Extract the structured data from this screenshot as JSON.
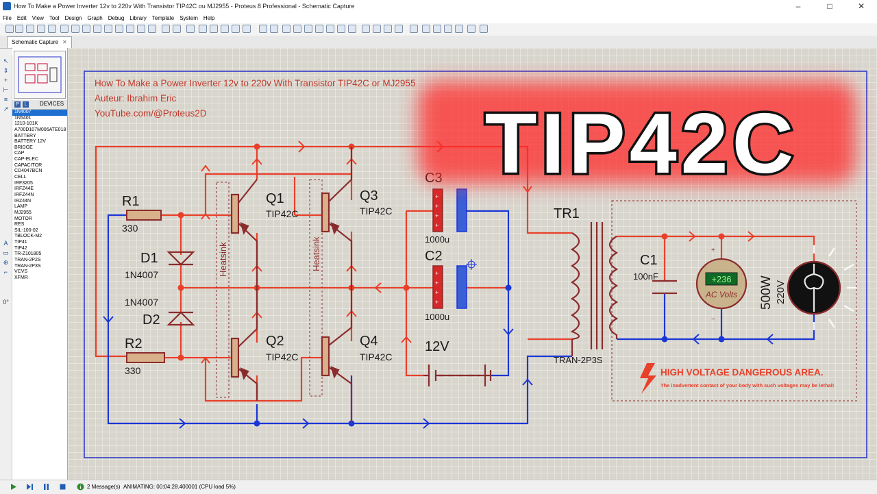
{
  "window": {
    "title": "How To Make a Power Inverter 12v to 220v With Transistor TIP42C ou MJ2955 - Proteus 8 Professional - Schematic Capture",
    "minimize": "–",
    "maximize": "□",
    "close": "✕"
  },
  "menu": [
    "File",
    "Edit",
    "View",
    "Tool",
    "Design",
    "Graph",
    "Debug",
    "Library",
    "Template",
    "System",
    "Help"
  ],
  "tab": {
    "label": "Schematic Capture",
    "close": "✕"
  },
  "panel": {
    "p_btn": "P",
    "l_btn": "L",
    "devices_label": "DEVICES",
    "devices": [
      "1N4007",
      "1N5401",
      "1210-101K",
      "A700D107M006ATE018",
      "BATTERY",
      "BATTERY 12V",
      "BRIDGE",
      "CAP",
      "CAP-ELEC",
      "CAPACITOR",
      "CD4047BCN",
      "CELL",
      "IRF3205",
      "IRFZ44E",
      "IRFZ44N",
      "IRZ44N",
      "LAMP",
      "MJ2955",
      "MOTOR",
      "RES",
      "SIL-100-02",
      "TBLOCK-M2",
      "TIP41",
      "TIP42",
      "TR-Z101805",
      "TRAN-2P2S",
      "TRAN-2P3S",
      "VCVS",
      "XFMR"
    ],
    "selected_index": 0
  },
  "left_toolbar": [
    "↖",
    "⇕",
    "+",
    "⊢",
    "≡",
    "↗",
    "A",
    "▭",
    "⊕",
    "⌐"
  ],
  "side_readout": {
    "angle": "0°"
  },
  "schematic": {
    "header": {
      "line1": "How To Make a Power Inverter 12v to 220v With Transistor TIP42C or MJ2955",
      "line2": "Auteur: Ibrahim Eric",
      "line3": "YouTube.com/@Proteus2D"
    },
    "overlay_title": "TIP42C",
    "r1": {
      "name": "R1",
      "value": "330"
    },
    "r2": {
      "name": "R2",
      "value": "330"
    },
    "d1": {
      "name": "D1",
      "value": "1N4007"
    },
    "d2": {
      "name": "D2",
      "value": "1N4007"
    },
    "q1": {
      "name": "Q1",
      "value": "TIP42C"
    },
    "q2": {
      "name": "Q2",
      "value": "TIP42C"
    },
    "q3": {
      "name": "Q3",
      "value": "TIP42C"
    },
    "q4": {
      "name": "Q4",
      "value": "TIP42C"
    },
    "heatsink": "Heatsink",
    "c3": {
      "name": "C3",
      "value": "1000u"
    },
    "c2": {
      "name": "C2",
      "value": "1000u"
    },
    "battery": {
      "value": "12V"
    },
    "tr1": {
      "name": "TR1",
      "value": "TRAN-2P3S"
    },
    "c1": {
      "name": "C1",
      "value": "100nF"
    },
    "voltmeter": {
      "reading": "+236",
      "label": "AC Volts",
      "plus": "+",
      "minus": "−"
    },
    "lamp": {
      "power": "500W",
      "voltage": "220V"
    },
    "warning": {
      "title": "HIGH VOLTAGE DANGEROUS AREA.",
      "text": "The inadvertent contact of your body with such voltages may be lethal!"
    }
  },
  "status": {
    "messages": "2 Message(s)",
    "animating": "ANIMATING: 00:04:28.400001 (CPU load 5%)"
  },
  "colors": {
    "wire_red": "#e8402a",
    "wire_blue": "#1a36d6",
    "component": "#8b2c2c",
    "component_fill": "#d8b08a",
    "label_text": "#1a1a1a",
    "header_text": "#c0392b",
    "border_blue": "#2732c9"
  }
}
